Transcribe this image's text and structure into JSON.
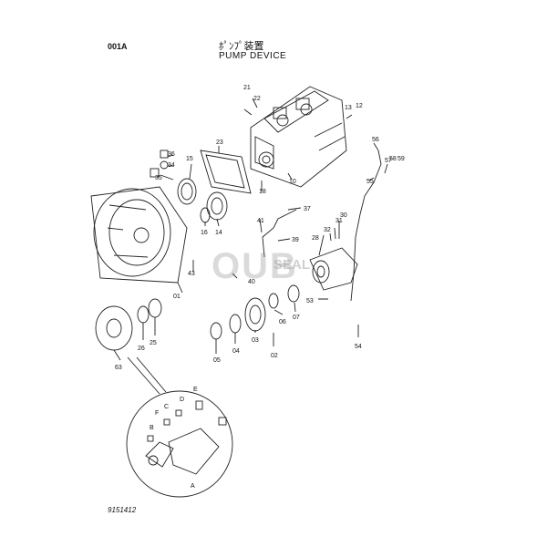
{
  "header": {
    "code": "001A",
    "title_jp": "ﾎﾟﾝﾌﾟ装置",
    "title_en": "PUMP DEVICE"
  },
  "footer": {
    "drawing_number": "9151412"
  },
  "watermark": {
    "text": "OUB",
    "suffix": "SEAL"
  },
  "callouts": [
    "21",
    "22",
    "13",
    "12",
    "23",
    "56",
    "36",
    "34",
    "35",
    "15",
    "18",
    "10",
    "57",
    "58",
    "59",
    "55",
    "14",
    "16",
    "37",
    "41",
    "39",
    "32",
    "31",
    "30",
    "28",
    "43",
    "40",
    "01",
    "53",
    "06",
    "07",
    "05",
    "04",
    "03",
    "02",
    "26",
    "25",
    "63",
    "54",
    "A",
    "B",
    "C",
    "D",
    "E",
    "F"
  ],
  "colors": {
    "line": "#222222",
    "background": "#ffffff",
    "watermark": "#999999"
  }
}
